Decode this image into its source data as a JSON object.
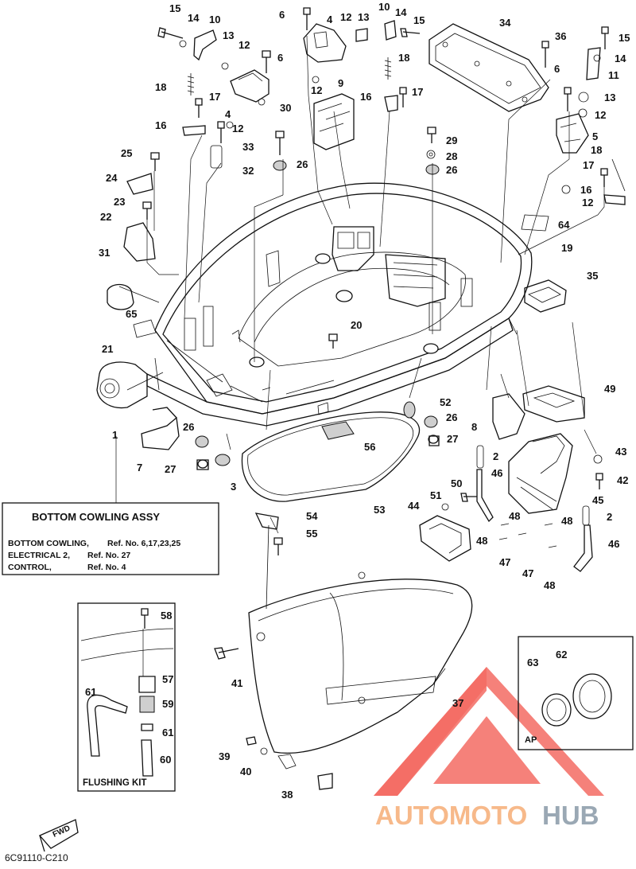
{
  "diagram_id": "6C91110-C210",
  "assembly_box": {
    "title": "BOTTOM COWLING ASSY",
    "lines": [
      {
        "name": "BOTTOM COWLING,",
        "ref": "Ref. No. 6,17,23,25"
      },
      {
        "name": "ELECTRICAL 2,",
        "ref": "Ref. No. 27"
      },
      {
        "name": "CONTROL,",
        "ref": "Ref. No. 4"
      }
    ]
  },
  "flushing_kit_label": "FLUSHING KIT",
  "ap_label": "AP",
  "fwd_label": "FWD",
  "watermark": {
    "part1": "AUTOMOTO",
    "part2": "HUB",
    "color1": "#f7b98a",
    "color2": "#9aa8b4",
    "logo_color": "#f36b63"
  },
  "callouts": {
    "c1": "1",
    "c2a": "2",
    "c2b": "2",
    "c3": "3",
    "c4a": "4",
    "c4b": "4",
    "c5": "5",
    "c6a": "6",
    "c6b": "6",
    "c6c": "6",
    "c7": "7",
    "c8": "8",
    "c9": "9",
    "c10a": "10",
    "c10b": "10",
    "c11": "11",
    "c12a": "12",
    "c12b": "12",
    "c12c": "12",
    "c12d": "12",
    "c12e": "12",
    "c12f": "12",
    "c13a": "13",
    "c13b": "13",
    "c13c": "13",
    "c14a": "14",
    "c14b": "14",
    "c14c": "14",
    "c15a": "15",
    "c15b": "15",
    "c15c": "15",
    "c16a": "16",
    "c16b": "16",
    "c16c": "16",
    "c17a": "17",
    "c17b": "17",
    "c17c": "17",
    "c18a": "18",
    "c18b": "18",
    "c18c": "18",
    "c19": "19",
    "c20": "20",
    "c21": "21",
    "c22": "22",
    "c23": "23",
    "c24": "24",
    "c25": "25",
    "c26a": "26",
    "c26b": "26",
    "c26c": "26",
    "c26d": "26",
    "c27a": "27",
    "c27b": "27",
    "c28": "28",
    "c29": "29",
    "c30": "30",
    "c31": "31",
    "c32": "32",
    "c33": "33",
    "c34": "34",
    "c35": "35",
    "c36": "36",
    "c37": "37",
    "c38": "38",
    "c39": "39",
    "c40": "40",
    "c41": "41",
    "c42": "42",
    "c43": "43",
    "c44": "44",
    "c45": "45",
    "c46a": "46",
    "c46b": "46",
    "c47a": "47",
    "c47b": "47",
    "c48a": "48",
    "c48b": "48",
    "c48c": "48",
    "c48d": "48",
    "c49": "49",
    "c50": "50",
    "c51": "51",
    "c52": "52",
    "c53": "53",
    "c54": "54",
    "c55": "55",
    "c56": "56",
    "c57": "57",
    "c58": "58",
    "c59": "59",
    "c60": "60",
    "c61a": "61",
    "c61b": "61",
    "c62": "62",
    "c63": "63",
    "c64": "64",
    "c65": "65"
  }
}
